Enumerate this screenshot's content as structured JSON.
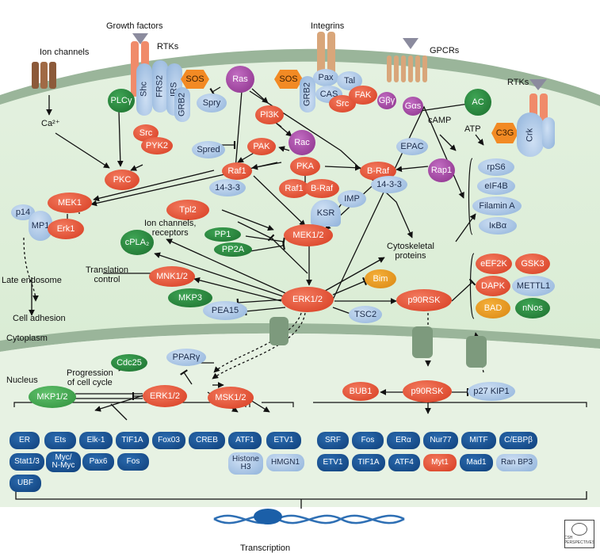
{
  "compartments": {
    "cytoplasm": "Cytoplasm",
    "nucleus": "Nucleus",
    "transcription": "Transcription"
  },
  "receptors": {
    "ion_channels": "Ion channels",
    "growth_factors": "Growth factors",
    "rtks_left": "RTKs",
    "integrins": "Integrins",
    "gpcrs": "GPCRs",
    "rtks_right": "RTKs"
  },
  "nodes": {
    "plcg": "PLCγ",
    "shc": "Shc",
    "frs2": "FRS2",
    "irs": "IRS",
    "grb2_left": "GRB2",
    "sos_left": "SOS",
    "spry": "Spry",
    "ras": "Ras",
    "sos_right": "SOS",
    "grb2_right": "GRB2",
    "pax": "Pax",
    "tal": "Tal",
    "cas": "CAS",
    "fak": "FAK",
    "src_int": "Src",
    "gby": "Gβγ",
    "gas": "Gαs",
    "ac": "AC",
    "camp": "cAMP",
    "atp": "ATP",
    "c3g": "C3G",
    "crk": "Crk",
    "ca": "Ca²⁺",
    "src": "Src",
    "pyk2": "PYK2",
    "pkc": "PKC",
    "spred": "Spred",
    "pi3k": "PI3K",
    "pak": "PAK",
    "rac": "Rac",
    "epac": "EPAC",
    "rap1": "Rap1",
    "pka": "PKA",
    "raf1": "Raf1",
    "bm_raf": "B-Raf",
    "raf1b": "Raf1",
    "braf2": "B-Raf",
    "p1433a": "14-3-3",
    "p1433b": "14-3-3",
    "imp": "IMP",
    "ksr": "KSR",
    "mek1": "MEK1",
    "p14": "p14",
    "mp1": "MP1",
    "erk1": "Erk1",
    "tpl2": "Tpl2",
    "mek12": "MEK1/2",
    "pp1": "PP1",
    "pp2a": "PP2A",
    "cpla2": "cPLA₂",
    "mnk12": "MNK1/2",
    "mkp3": "MKP3",
    "pea15": "PEA15",
    "erk12": "ERK1/2",
    "bim": "Bim",
    "tsc2": "TSC2",
    "p90rsk": "p90RSK",
    "rps6": "rpS6",
    "eif4b": "eIF4B",
    "filamin": "Filamin A",
    "ikba": "IκBα",
    "eef2k": "eEF2K",
    "gsk3": "GSK3",
    "dapk": "DAPK",
    "mettl1": "METTL1",
    "bad": "BAD",
    "nnos": "nNos",
    "cdc25": "Cdc25",
    "ppary": "PPARγ",
    "mkp12": "MKP1/2",
    "erk12n": "ERK1/2",
    "msk12": "MSK1/2",
    "bub1": "BUB1",
    "p90rskn": "p90RSK",
    "p27": "p27 KIP1"
  },
  "labels": {
    "ion_receptors": "Ion channels,\nreceptors",
    "translation": "Translation\ncontrol",
    "late_endo": "Late endosome",
    "cell_adh": "Cell adhesion",
    "cytoskel": "Cytoskeletal\nproteins",
    "progression": "Progression\nof cell cycle"
  },
  "tfs_left": [
    "ER",
    "Ets",
    "Elk-1",
    "TIF1A",
    "Stat1/3",
    "Myc/\nN-Myc",
    "Pax6",
    "Fos",
    "UBF"
  ],
  "tfs_mid1": [
    "Fox03",
    "CREB"
  ],
  "tfs_mid2": [
    "ATF1",
    "ETV1",
    "Histone\nH3",
    "HMGN1"
  ],
  "tfs_right": [
    "SRF",
    "Fos",
    "ERα",
    "Nur77",
    "MITF",
    "C/EBPβ",
    "ETV1",
    "TIF1A",
    "ATF4",
    "Myt1",
    "Mad1",
    "Ran BP3"
  ],
  "logo": "CSH PERSPECTIVES",
  "colors": {
    "activator": "#d63b20",
    "adaptor": "#8fb2da",
    "phosphatase": "#1b6e2d",
    "gprotein": "#8a2f8a",
    "tf": "#0f3f7a",
    "membrane": "#9ab59a"
  }
}
